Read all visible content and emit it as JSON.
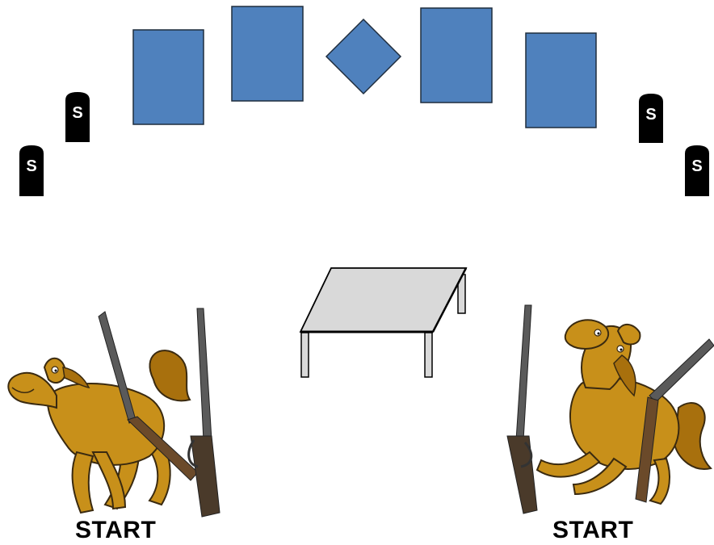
{
  "colors": {
    "target_fill": "#4f81bd",
    "target_stroke": "#1f2d3d",
    "table_top": "#d9d9d9",
    "horse_body": "#c8901a",
    "horse_mane": "#a8700d",
    "rifle_metal": "#5a5a5a",
    "rifle_wood": "#6b4a2a",
    "plate_fill": "#000000",
    "plate_text": "#ffffff"
  },
  "targets": {
    "steel_plates": [
      {
        "letter": "S"
      },
      {
        "letter": "S"
      },
      {
        "letter": "S"
      },
      {
        "letter": "S"
      }
    ],
    "paper_targets": [
      {
        "shape": "rectangle"
      },
      {
        "shape": "rectangle"
      },
      {
        "shape": "diamond"
      },
      {
        "shape": "rectangle"
      },
      {
        "shape": "rectangle"
      }
    ]
  },
  "props": {
    "table": "table",
    "left_position": {
      "horse": "horse-icon",
      "rifles": [
        "shotgun-icon",
        "lever-rifle-icon"
      ]
    },
    "right_position": {
      "horse": "horse-icon",
      "rifles": [
        "shotgun-icon",
        "lever-rifle-icon"
      ]
    }
  },
  "labels": {
    "start_left": "START",
    "start_right": "START"
  }
}
